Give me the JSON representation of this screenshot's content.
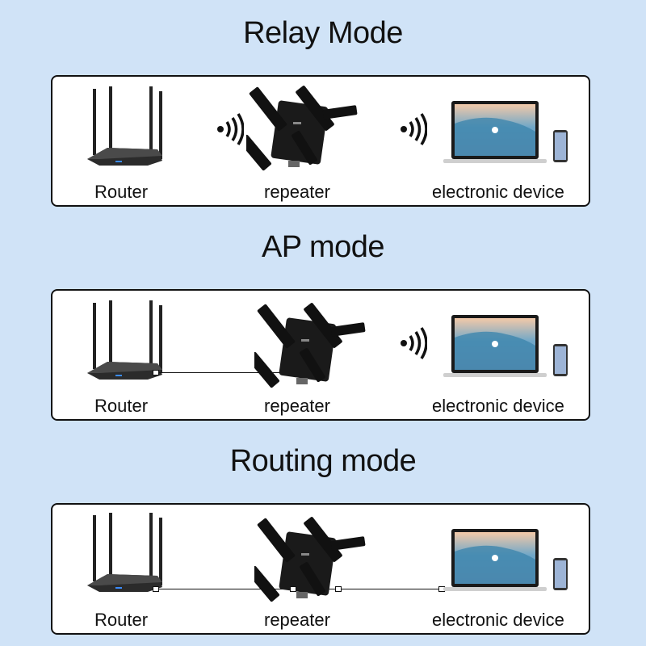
{
  "sections": [
    {
      "title": "Relay Mode",
      "connection": "wireless",
      "labels": {
        "router": "Router",
        "repeater": "repeater",
        "device": "electronic device"
      }
    },
    {
      "title": "AP mode",
      "connection": "router-wired, device-wireless",
      "labels": {
        "router": "Router",
        "repeater": "repeater",
        "device": "electronic device"
      }
    },
    {
      "title": "Routing mode",
      "connection": "wired",
      "labels": {
        "router": "Router",
        "repeater": "repeater",
        "device": "electronic device"
      }
    }
  ],
  "colors": {
    "background": "#d0e3f7",
    "panel": "#ffffff",
    "border": "#111111"
  }
}
